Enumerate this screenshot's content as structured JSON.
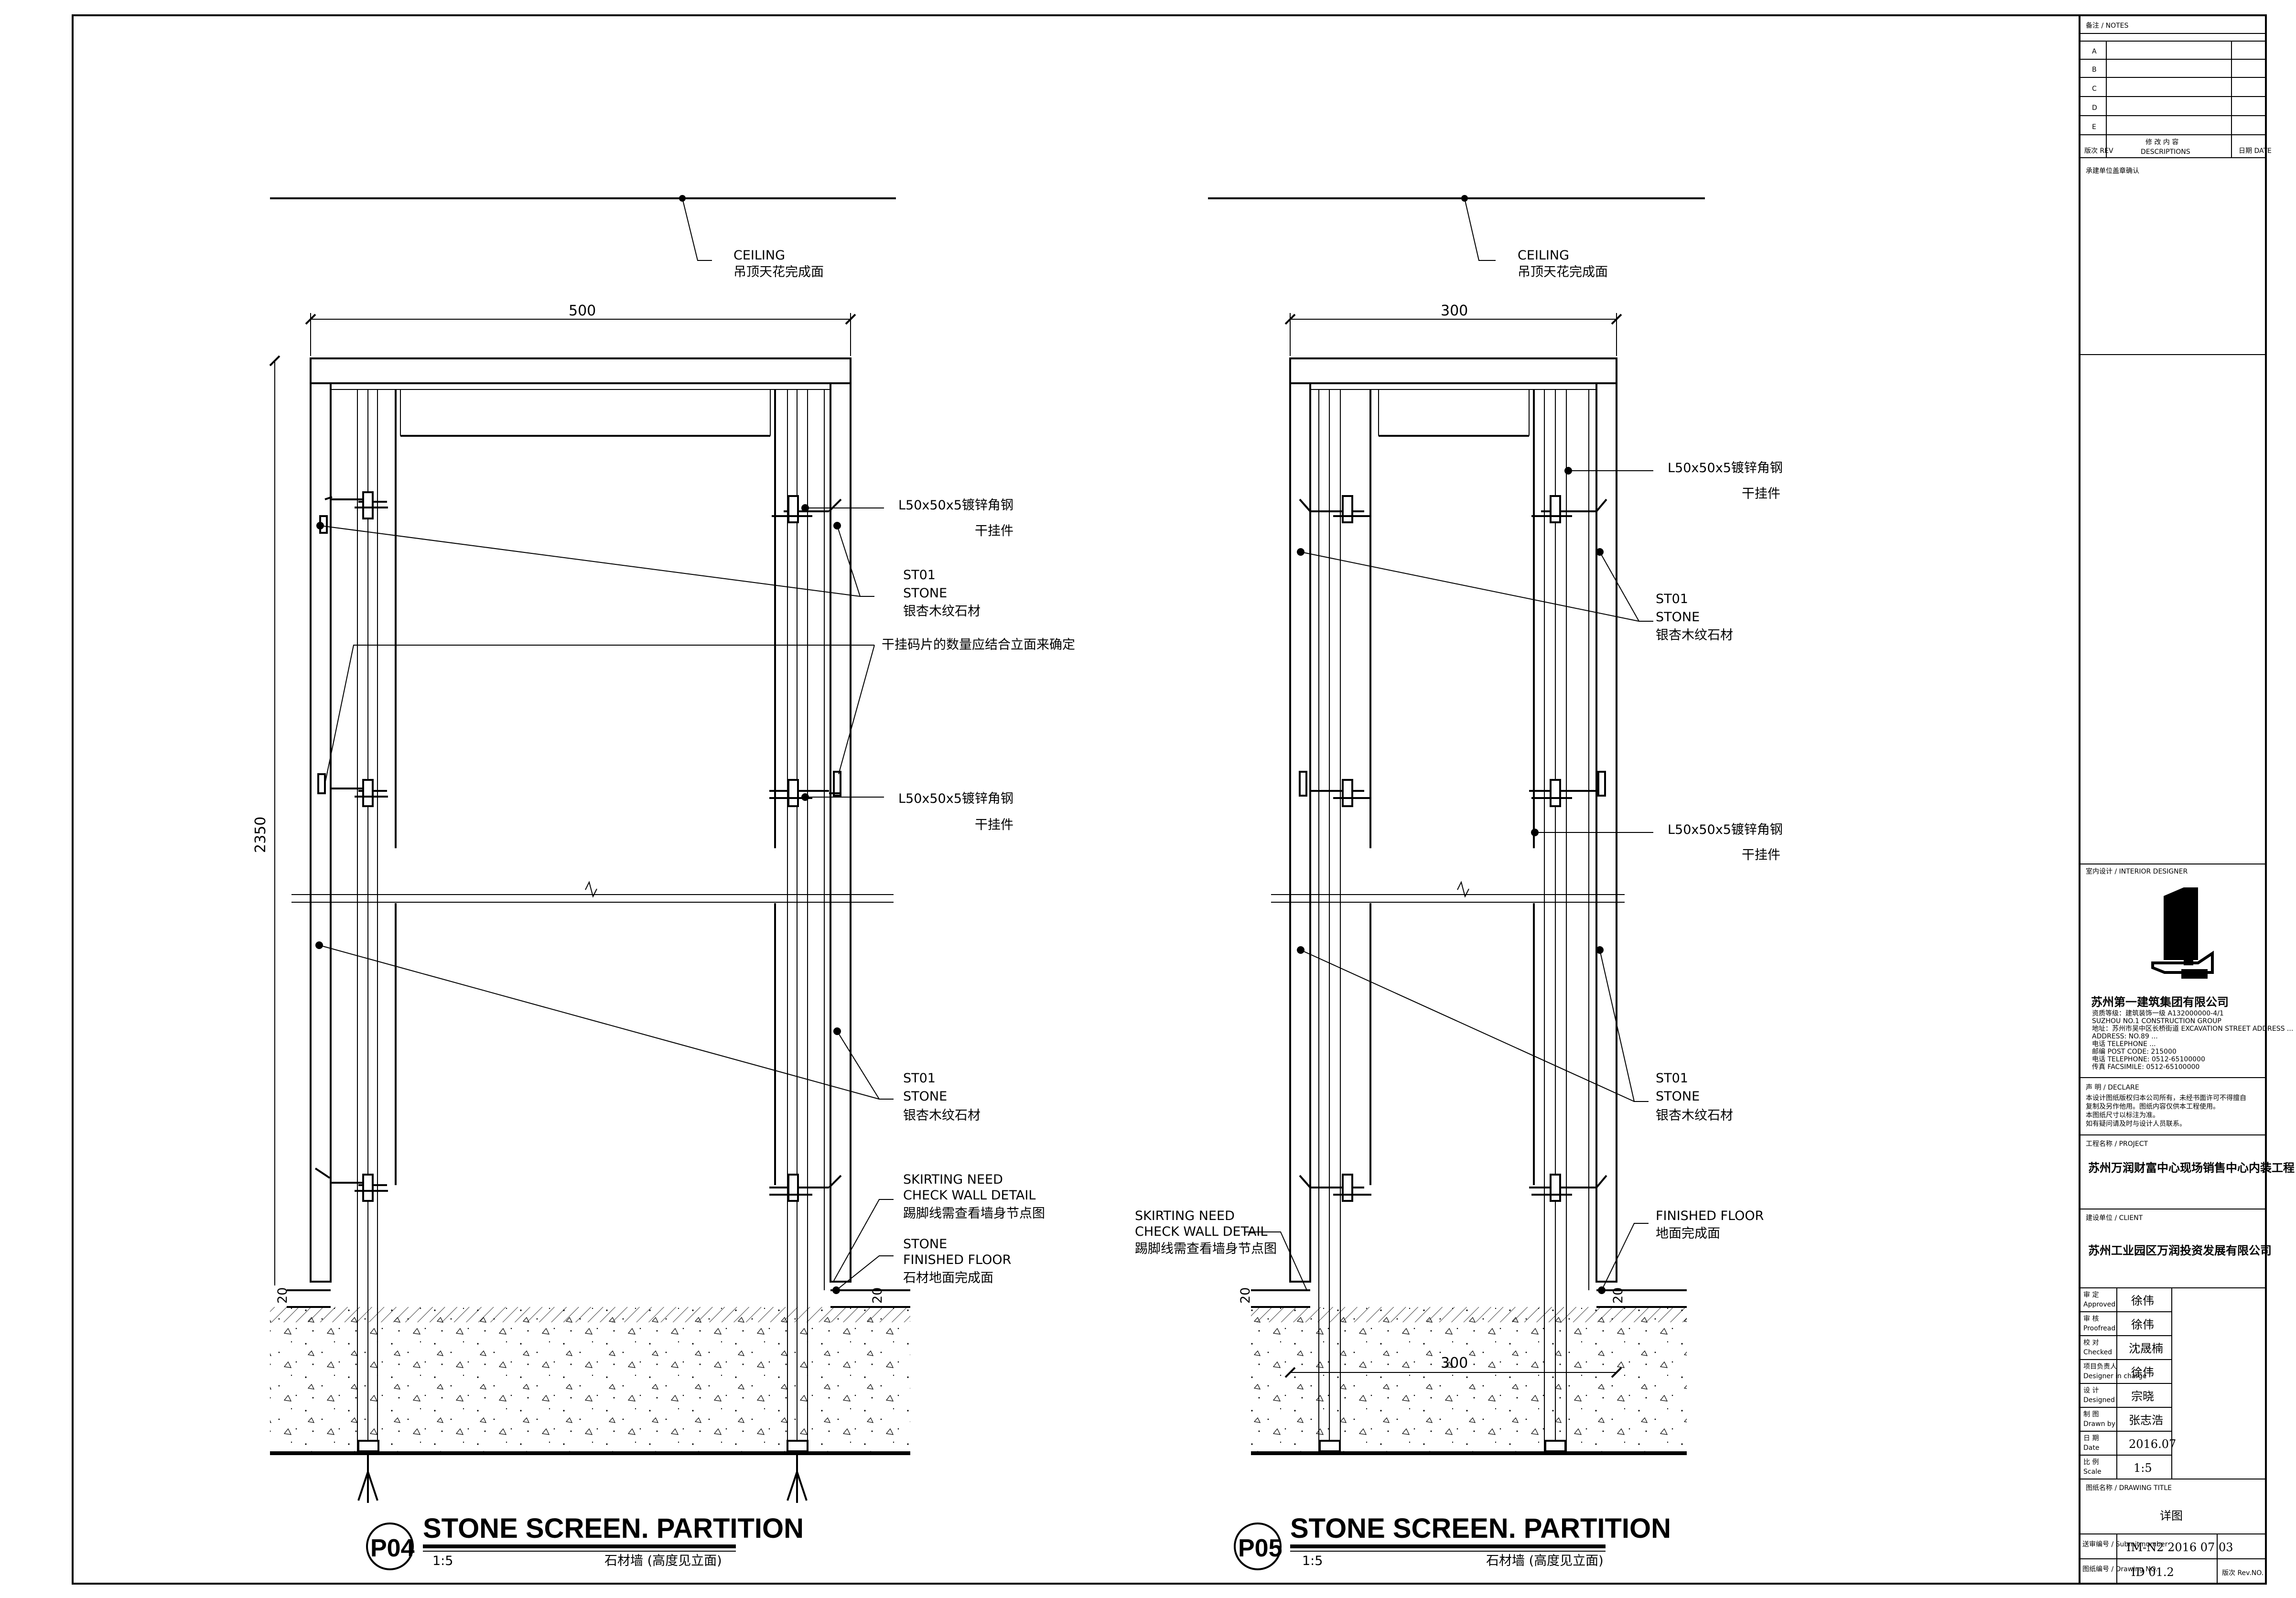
{
  "title_block": {
    "notes_label": "备注 / NOTES",
    "revisions": [
      "A",
      "B",
      "C",
      "D",
      "E"
    ],
    "rev_header": {
      "no": "版次\nREV",
      "desc_cn": "修 改 内 容",
      "desc_en": "DESCRIPTIONS",
      "date": "日期\nDATE"
    },
    "contractor_seal_label": "承建单位盖章确认",
    "designer_label": "室内设计 / INTERIOR DESIGNER",
    "company_name": "苏州第一建筑集团有限公司",
    "company_lines": [
      "资质等级：建筑装饰一级   A132000000-4/1",
      "SUZHOU NO.1 CONSTRUCTION GROUP",
      "地址：苏州市吴中区长桥街道   EXCAVATION STREET ADDRESS ...",
      "ADDRESS: NO.89 ...",
      "电话 TELEPHONE ...",
      "邮编 POST CODE: 215000",
      "电话 TELEPHONE: 0512-65100000",
      "传真 FACSIMILE: 0512-65100000"
    ],
    "declare_label": "声  明 / DECLARE",
    "declare_lines": [
      "本设计图纸版权归本公司所有，未经书面许可不得擅自",
      "复制及另作他用。图纸内容仅供本工程使用。",
      "本图纸尺寸以标注为准。",
      "如有疑问请及时与设计人员联系。"
    ],
    "project_label": "工程名称 / PROJECT",
    "project_name": "苏州万润财富中心现场销售中心内装工程",
    "client_label": "建设单位 / CLIENT",
    "client_name": "苏州工业园区万润投资发展有限公司",
    "rows": [
      {
        "cn": "审 定",
        "en": "Approved",
        "value": "徐伟"
      },
      {
        "cn": "审 核",
        "en": "Proofread",
        "value": "徐伟"
      },
      {
        "cn": "校 对",
        "en": "Checked",
        "value": "沈晟楠"
      },
      {
        "cn": "项目负责人",
        "en": "Designer in charge",
        "value": "徐伟"
      },
      {
        "cn": "设 计",
        "en": "Designed",
        "value": "宗晓"
      },
      {
        "cn": "制 图",
        "en": "Drawn by",
        "value": "张志浩"
      },
      {
        "cn": "日 期",
        "en": "Date",
        "value": "2016.07"
      },
      {
        "cn": "比 例",
        "en": "Scale",
        "value": "1:5"
      }
    ],
    "drawing_title_label": "图纸名称 / DRAWING TITLE",
    "drawing_title": "详图",
    "sub_no_label": "送审编号 / Submit number",
    "sub_no_value": "IM-N2 2016 07 03",
    "drawing_no_label": "图纸编号 / Drawing NO.",
    "drawing_no_value": "ID 01.2",
    "rev_no_label": "版次 Rev.NO."
  },
  "details": [
    {
      "tag": "P04",
      "title": "STONE SCREEN. PARTITION",
      "scale": "1:5",
      "subtitle": "石材墙   (高度见立面)",
      "width_dim": "500",
      "height_dim": "2350",
      "gap_dim": "20",
      "labels": {
        "ceiling": [
          "CEILING",
          "吊顶天花完成面"
        ],
        "angle1": [
          "L50x50x5镀锌角钢",
          "干挂件"
        ],
        "stone1": [
          "ST01",
          "STONE",
          "银杏木纹石材"
        ],
        "note": [
          "干挂码片的数量应结合立面来确定"
        ],
        "angle2": [
          "L50x50x5镀锌角钢",
          "干挂件"
        ],
        "stone2": [
          "ST01",
          "STONE",
          "银杏木纹石材"
        ],
        "skirting": [
          "SKIRTING NEED",
          "CHECK WALL DETAIL",
          "踢脚线需查看墙身节点图"
        ],
        "floor": [
          "STONE",
          "FINISHED FLOOR",
          "石材地面完成面"
        ]
      }
    },
    {
      "tag": "P05",
      "title": "STONE SCREEN. PARTITION",
      "scale": "1:5",
      "subtitle": "石材墙   (高度见立面)",
      "width_dim": "300",
      "bottom_dim": "300",
      "gap_dim": "20",
      "labels": {
        "ceiling": [
          "CEILING",
          "吊顶天花完成面"
        ],
        "angle1": [
          "L50x50x5镀锌角钢",
          "干挂件"
        ],
        "stone1": [
          "ST01",
          "STONE",
          "银杏木纹石材"
        ],
        "angle2": [
          "L50x50x5镀锌角钢",
          "干挂件"
        ],
        "stone2": [
          "ST01",
          "STONE",
          "银杏木纹石材"
        ],
        "skirting": [
          "SKIRTING NEED",
          "CHECK WALL DETAIL",
          "踢脚线需查看墙身节点图"
        ],
        "floor": [
          "FINISHED FLOOR",
          "地面完成面"
        ]
      }
    }
  ]
}
